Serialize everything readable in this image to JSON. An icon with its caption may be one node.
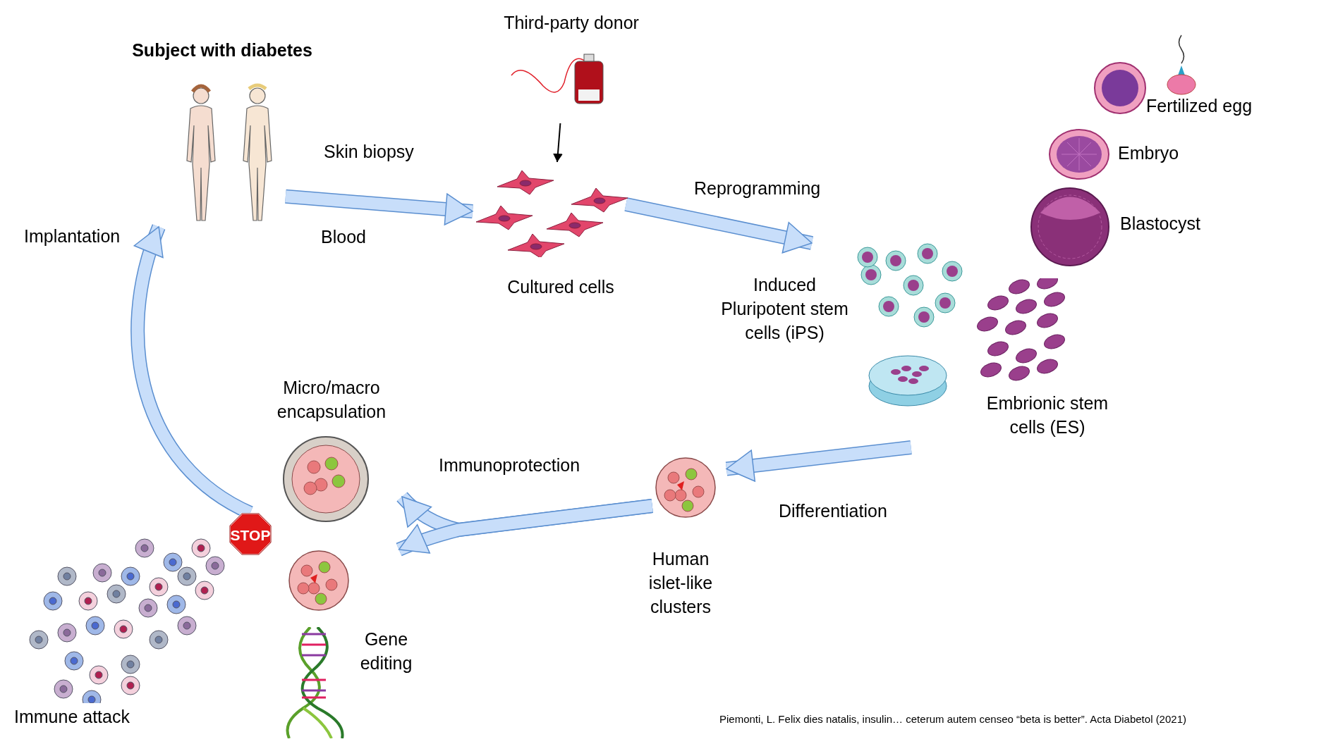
{
  "diagram": {
    "nodes": [
      {
        "text": [
          "Subject with diabetes"
        ]
      },
      {
        "text": [
          "Third-party donor"
        ]
      },
      {
        "text": [
          "Cultured cells"
        ]
      },
      {
        "text": [
          "Induced Pluripotent stem cells (iPS)"
        ]
      },
      {
        "text": [
          "Fertilized egg"
        ]
      },
      {
        "text": [
          "Embryo"
        ]
      },
      {
        "text": [
          "Blastocyst"
        ]
      },
      {
        "text": [
          "Embrionic stem cells (ES)"
        ]
      },
      {
        "text": [
          "Human islet-like clusters"
        ]
      },
      {
        "text": [
          "Micro/macro encapsulation"
        ]
      },
      {
        "text": [
          "Gene editing"
        ]
      },
      {
        "text": [
          "Immune attack"
        ]
      }
    ],
    "edges": [
      {
        "from": 0,
        "to": 2,
        "arrow": "to",
        "label": "Skin biopsy"
      },
      {
        "from": 1,
        "to": 2,
        "arrow": "to",
        "color": "#000000"
      },
      {
        "from": 2,
        "to": 3,
        "arrow": "to",
        "label": "Reprogramming"
      },
      {
        "from": 7,
        "to": 8,
        "arrow": "to",
        "label": "Differentiation"
      },
      {
        "from": 8,
        "to": 9,
        "arrow": "to",
        "label": "Immunoprotection"
      },
      {
        "from": 8,
        "to": 10,
        "arrow": "to"
      },
      {
        "from": 11,
        "to": 0,
        "arrow": "to",
        "label": "Implantation"
      }
    ],
    "labels": [
      "Blood",
      "STOP",
      "Piemonti, L. Felix dies natalis, insulin… ceterum autem censeo “beta is better”. Acta Diabetol (2021)"
    ]
  }
}
